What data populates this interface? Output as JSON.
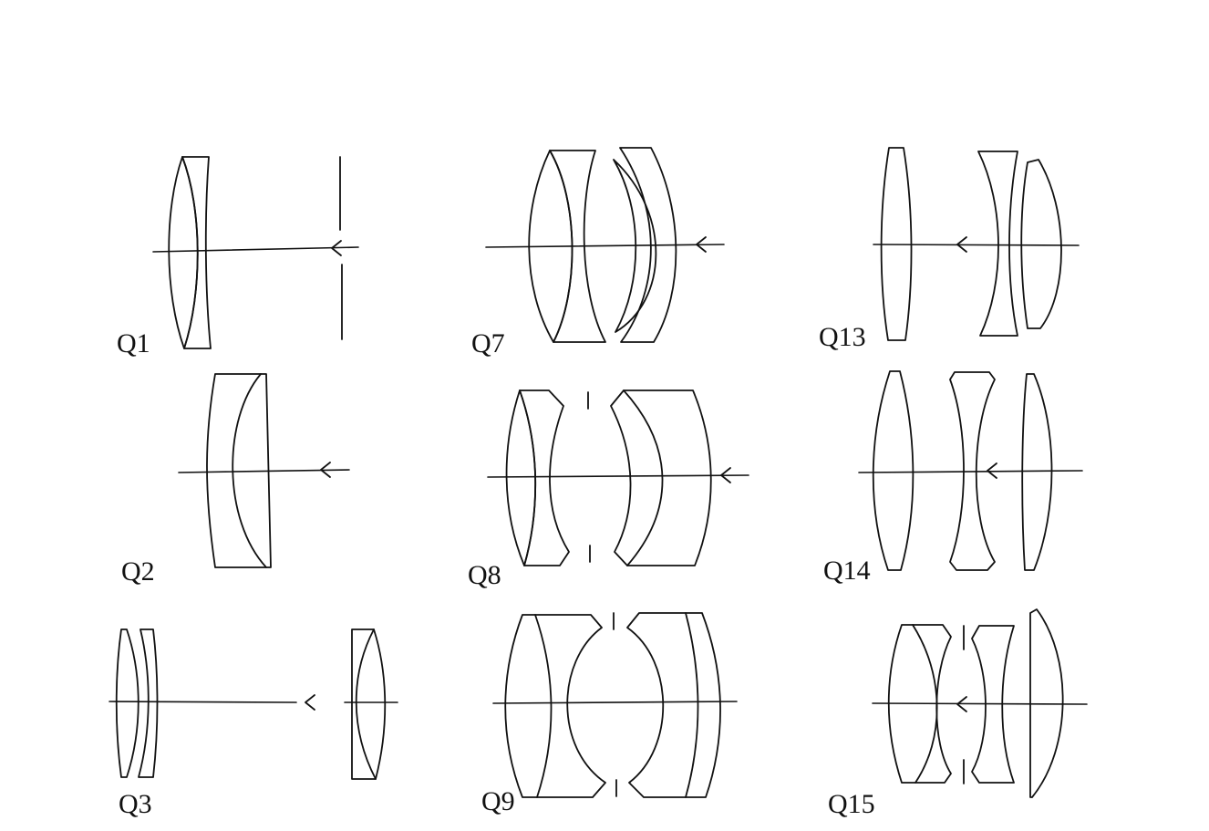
{
  "diagram": {
    "stroke_color": "#111111",
    "background": "#ffffff",
    "panels": [
      {
        "id": "Q1",
        "label": "Q1"
      },
      {
        "id": "Q2",
        "label": "Q2"
      },
      {
        "id": "Q3",
        "label": "Q3"
      },
      {
        "id": "Q7",
        "label": "Q7"
      },
      {
        "id": "Q8",
        "label": "Q8"
      },
      {
        "id": "Q9",
        "label": "Q9"
      },
      {
        "id": "Q13",
        "label": "Q13"
      },
      {
        "id": "Q14",
        "label": "Q14"
      },
      {
        "id": "Q15",
        "label": "Q15"
      }
    ]
  }
}
